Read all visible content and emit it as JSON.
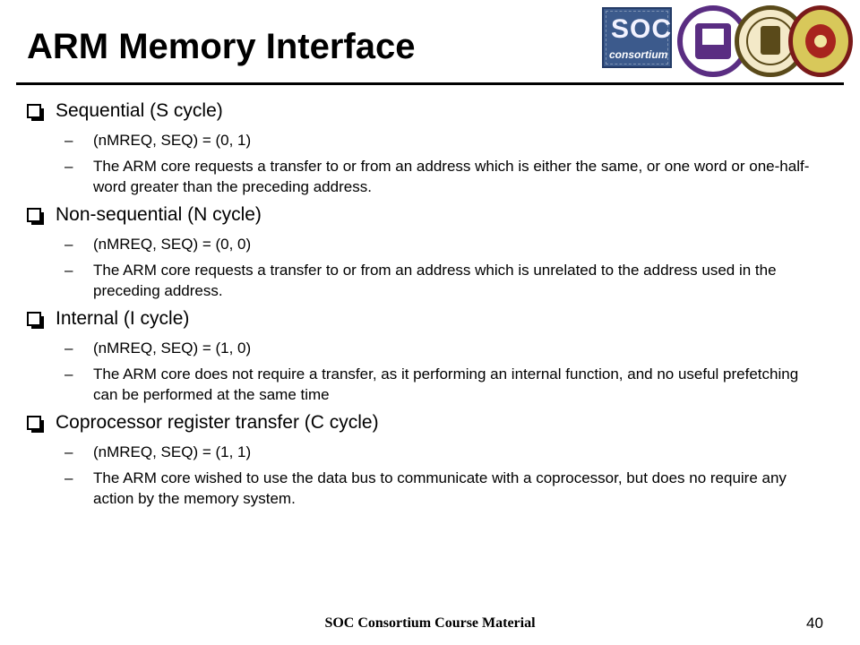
{
  "slide": {
    "title": "ARM Memory Interface",
    "logo_text": "SOC",
    "logo_subtext": "consortium",
    "sections": [
      {
        "heading": "Sequential (S cycle)",
        "points": [
          "(nMREQ, SEQ) = (0, 1)",
          "The ARM core requests a transfer to or from an address which is either the same, or one word or one-half-word greater than the preceding address."
        ]
      },
      {
        "heading": "Non-sequential (N cycle)",
        "points": [
          "(nMREQ, SEQ) = (0, 0)",
          "The ARM core requests a transfer to or from an address which is unrelated to the address used in the preceding address."
        ]
      },
      {
        "heading": "Internal (I cycle)",
        "points": [
          "(nMREQ, SEQ) = (1, 0)",
          "The ARM core does not require a transfer, as it performing an internal function, and no useful prefetching can be performed at the same time"
        ]
      },
      {
        "heading": "Coprocessor register transfer (C cycle)",
        "points": [
          "(nMREQ, SEQ) = (1, 1)",
          "The ARM core wished to use the data bus to communicate with a coprocessor, but does no require any action by the memory system."
        ]
      }
    ],
    "dash": "–",
    "footer": "SOC Consortium Course Material",
    "page_number": "40"
  }
}
